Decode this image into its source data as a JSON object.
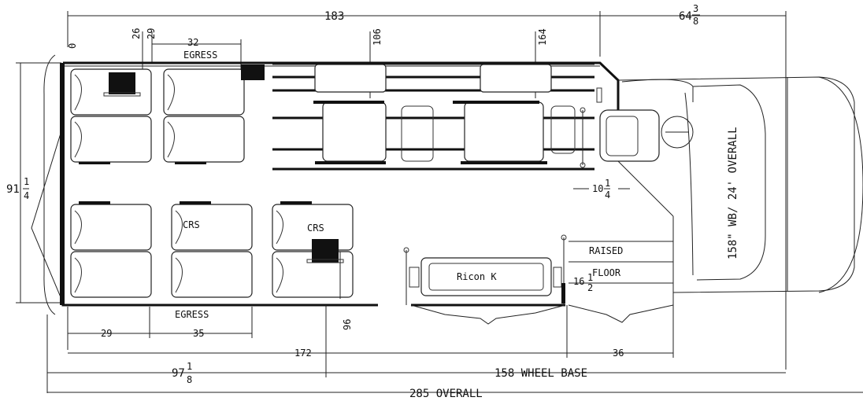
{
  "dimensions": {
    "top_overall_span": "183",
    "front_overhang": "64",
    "front_overhang_num": "3",
    "front_overhang_den": "8",
    "ref_zero": "0",
    "ref_26": "26",
    "ref_29": "29",
    "ref_32": "32",
    "ref_106": "106",
    "ref_164": "164",
    "width_whole": "91",
    "width_num": "1",
    "width_den": "4",
    "aisle_whole": "10",
    "aisle_num": "1",
    "aisle_den": "4",
    "floor_height_whole": "16",
    "floor_height_num": "1",
    "floor_height_den": "2",
    "bottom_29": "29",
    "bottom_35": "35",
    "bottom_96": "96",
    "bottom_172": "172",
    "bottom_36": "36",
    "rear_overhang_whole": "97",
    "rear_overhang_num": "1",
    "rear_overhang_den": "8",
    "wheel_base": "158 WHEEL BASE",
    "overall_length": "285 OVERALL"
  },
  "labels": {
    "egress_top": "EGRESS",
    "egress_bottom": "EGRESS",
    "crs_1": "CRS",
    "crs_2": "CRS",
    "lift": "Ricon K",
    "raised": "RAISED",
    "floor": "FLOOR",
    "chassis": "158\" WB/ 24' OVERALL"
  }
}
